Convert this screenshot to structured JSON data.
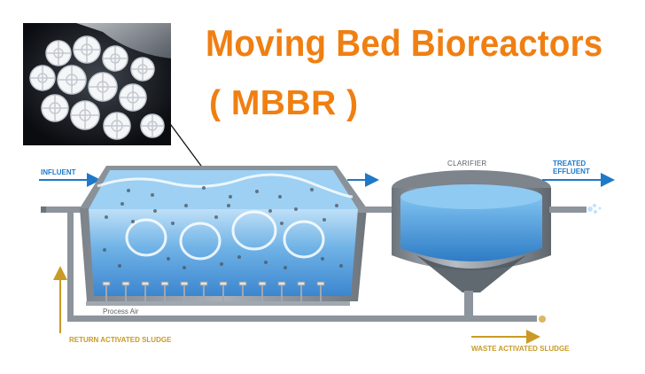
{
  "title": "Moving Bed Bioreactors",
  "subtitle": "( MBBR )",
  "labels": {
    "influent": "INFLUENT",
    "clarifier": "CLARIFIER",
    "treated_effluent_line1": "TREATED",
    "treated_effluent_line2": "EFFLUENT",
    "process_air": "Process Air",
    "return_activated_sludge": "RETURN ACTIVATED SLUDGE",
    "waste_activated_sludge": "WASTE ACTIVATED SLUDGE"
  },
  "colors": {
    "title": "#f07f12",
    "flow_label": "#1e79c8",
    "sludge_label": "#c99a25",
    "pipe": "#8d949c",
    "water": "#3f8fd6"
  },
  "icons": {
    "flow_arrow": "arrow-right-icon",
    "sludge_arrow": "arrow-up-icon"
  }
}
